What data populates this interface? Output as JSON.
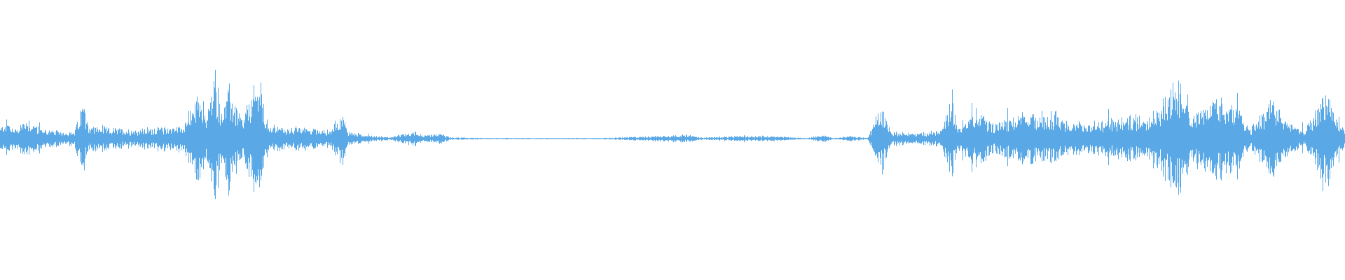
{
  "waveform": {
    "color": "#5aa9e6",
    "background": "#ffffff",
    "amplitude_profile": [
      [
        0.0,
        0.08
      ],
      [
        0.005,
        0.14
      ],
      [
        0.01,
        0.07
      ],
      [
        0.02,
        0.16
      ],
      [
        0.03,
        0.08
      ],
      [
        0.04,
        0.06
      ],
      [
        0.055,
        0.05
      ],
      [
        0.062,
        0.28
      ],
      [
        0.066,
        0.1
      ],
      [
        0.08,
        0.08
      ],
      [
        0.1,
        0.07
      ],
      [
        0.12,
        0.09
      ],
      [
        0.135,
        0.1
      ],
      [
        0.15,
        0.36
      ],
      [
        0.153,
        0.16
      ],
      [
        0.16,
        0.5
      ],
      [
        0.165,
        0.22
      ],
      [
        0.17,
        0.38
      ],
      [
        0.18,
        0.14
      ],
      [
        0.193,
        0.5
      ],
      [
        0.197,
        0.14
      ],
      [
        0.21,
        0.08
      ],
      [
        0.23,
        0.09
      ],
      [
        0.245,
        0.06
      ],
      [
        0.255,
        0.2
      ],
      [
        0.258,
        0.06
      ],
      [
        0.27,
        0.03
      ],
      [
        0.28,
        0.02
      ],
      [
        0.29,
        0.01
      ],
      [
        0.31,
        0.06
      ],
      [
        0.315,
        0.02
      ],
      [
        0.327,
        0.04
      ],
      [
        0.335,
        0.01
      ],
      [
        0.36,
        0.005
      ],
      [
        0.45,
        0.005
      ],
      [
        0.512,
        0.03
      ],
      [
        0.52,
        0.01
      ],
      [
        0.56,
        0.02
      ],
      [
        0.575,
        0.02
      ],
      [
        0.6,
        0.004
      ],
      [
        0.612,
        0.03
      ],
      [
        0.62,
        0.005
      ],
      [
        0.633,
        0.02
      ],
      [
        0.645,
        0.005
      ],
      [
        0.656,
        0.26
      ],
      [
        0.662,
        0.06
      ],
      [
        0.68,
        0.04
      ],
      [
        0.7,
        0.06
      ],
      [
        0.708,
        0.34
      ],
      [
        0.712,
        0.1
      ],
      [
        0.723,
        0.24
      ],
      [
        0.74,
        0.12
      ],
      [
        0.76,
        0.18
      ],
      [
        0.782,
        0.2
      ],
      [
        0.8,
        0.12
      ],
      [
        0.82,
        0.14
      ],
      [
        0.84,
        0.16
      ],
      [
        0.86,
        0.22
      ],
      [
        0.88,
        0.5
      ],
      [
        0.885,
        0.2
      ],
      [
        0.9,
        0.28
      ],
      [
        0.915,
        0.3
      ],
      [
        0.93,
        0.08
      ],
      [
        0.945,
        0.3
      ],
      [
        0.955,
        0.16
      ],
      [
        0.97,
        0.06
      ],
      [
        0.987,
        0.38
      ],
      [
        0.995,
        0.14
      ],
      [
        1.0,
        0.08
      ]
    ]
  }
}
